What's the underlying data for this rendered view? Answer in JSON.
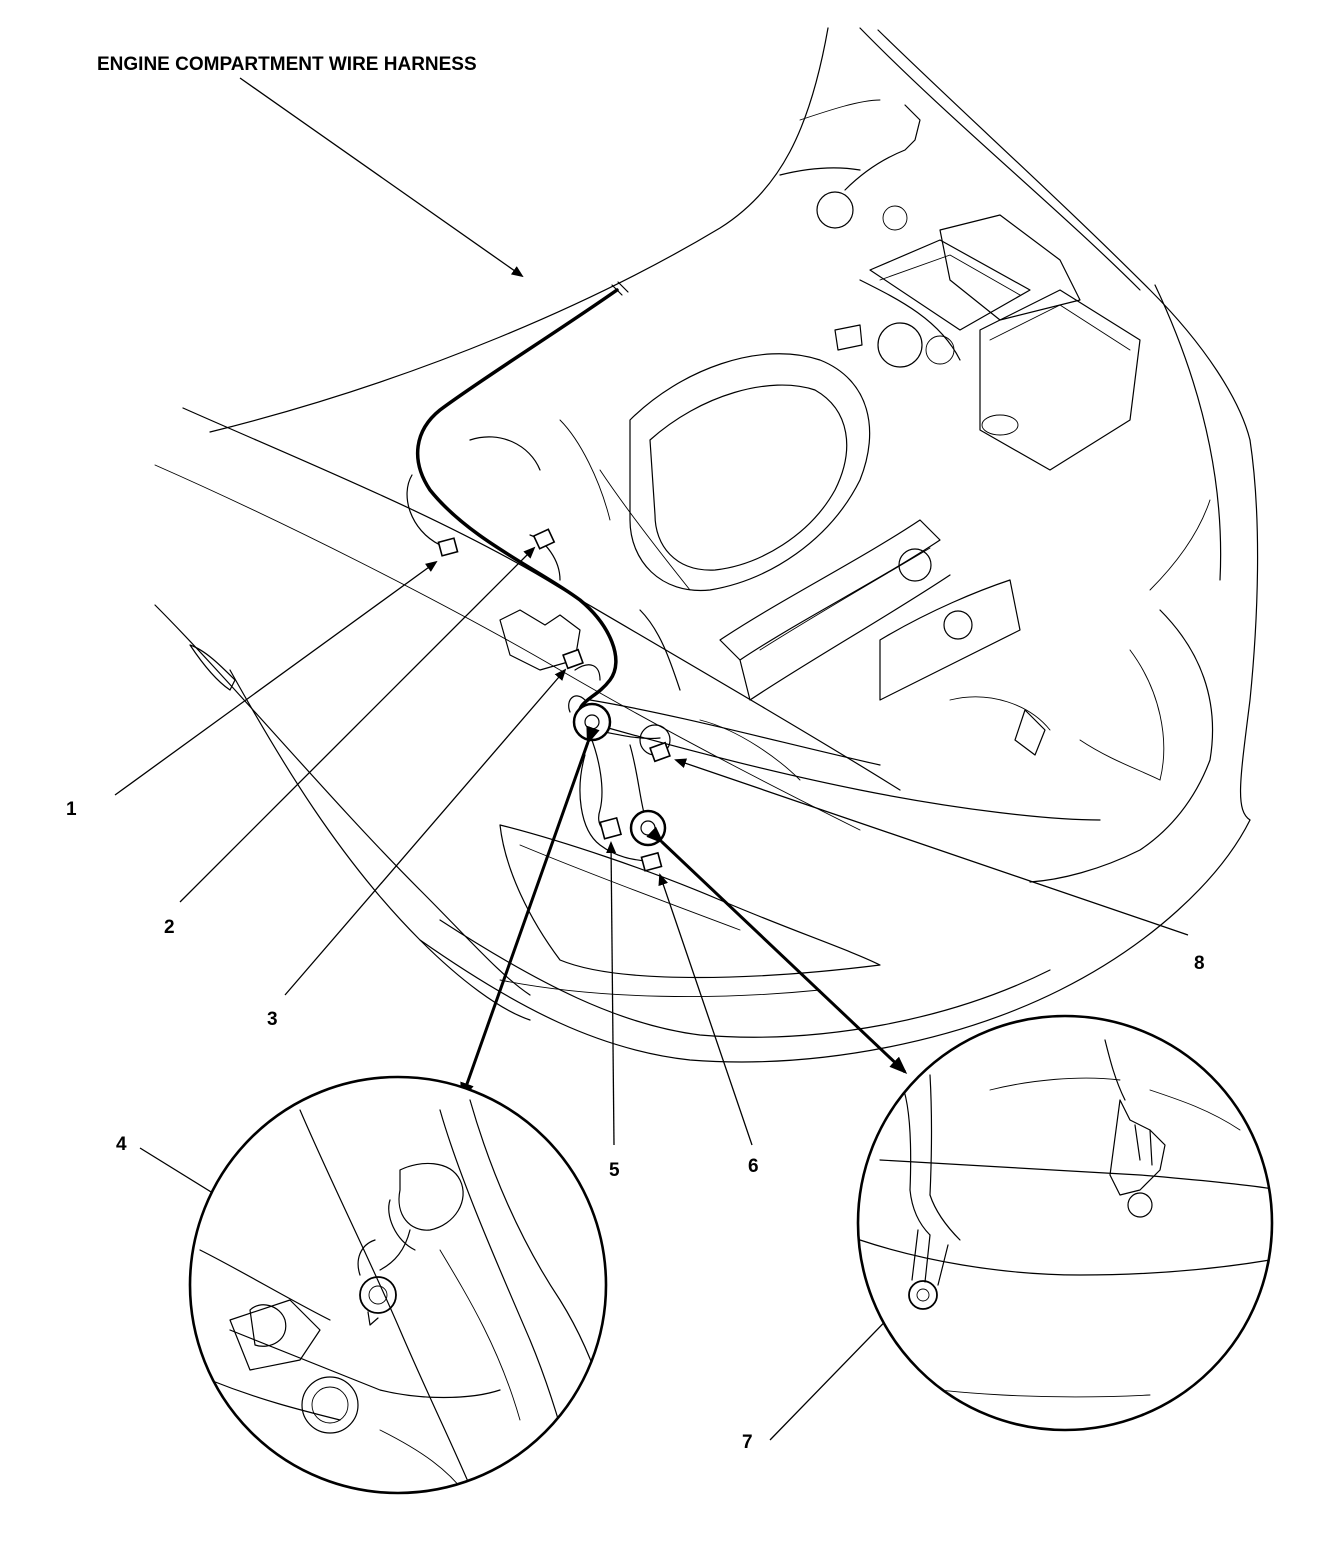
{
  "title": "ENGINE COMPARTMENT WIRE HARNESS",
  "callouts": [
    {
      "id": "1",
      "label": "1"
    },
    {
      "id": "2",
      "label": "2"
    },
    {
      "id": "3",
      "label": "3"
    },
    {
      "id": "4",
      "label": "4"
    },
    {
      "id": "5",
      "label": "5"
    },
    {
      "id": "6",
      "label": "6"
    },
    {
      "id": "7",
      "label": "7"
    },
    {
      "id": "8",
      "label": "8"
    }
  ]
}
